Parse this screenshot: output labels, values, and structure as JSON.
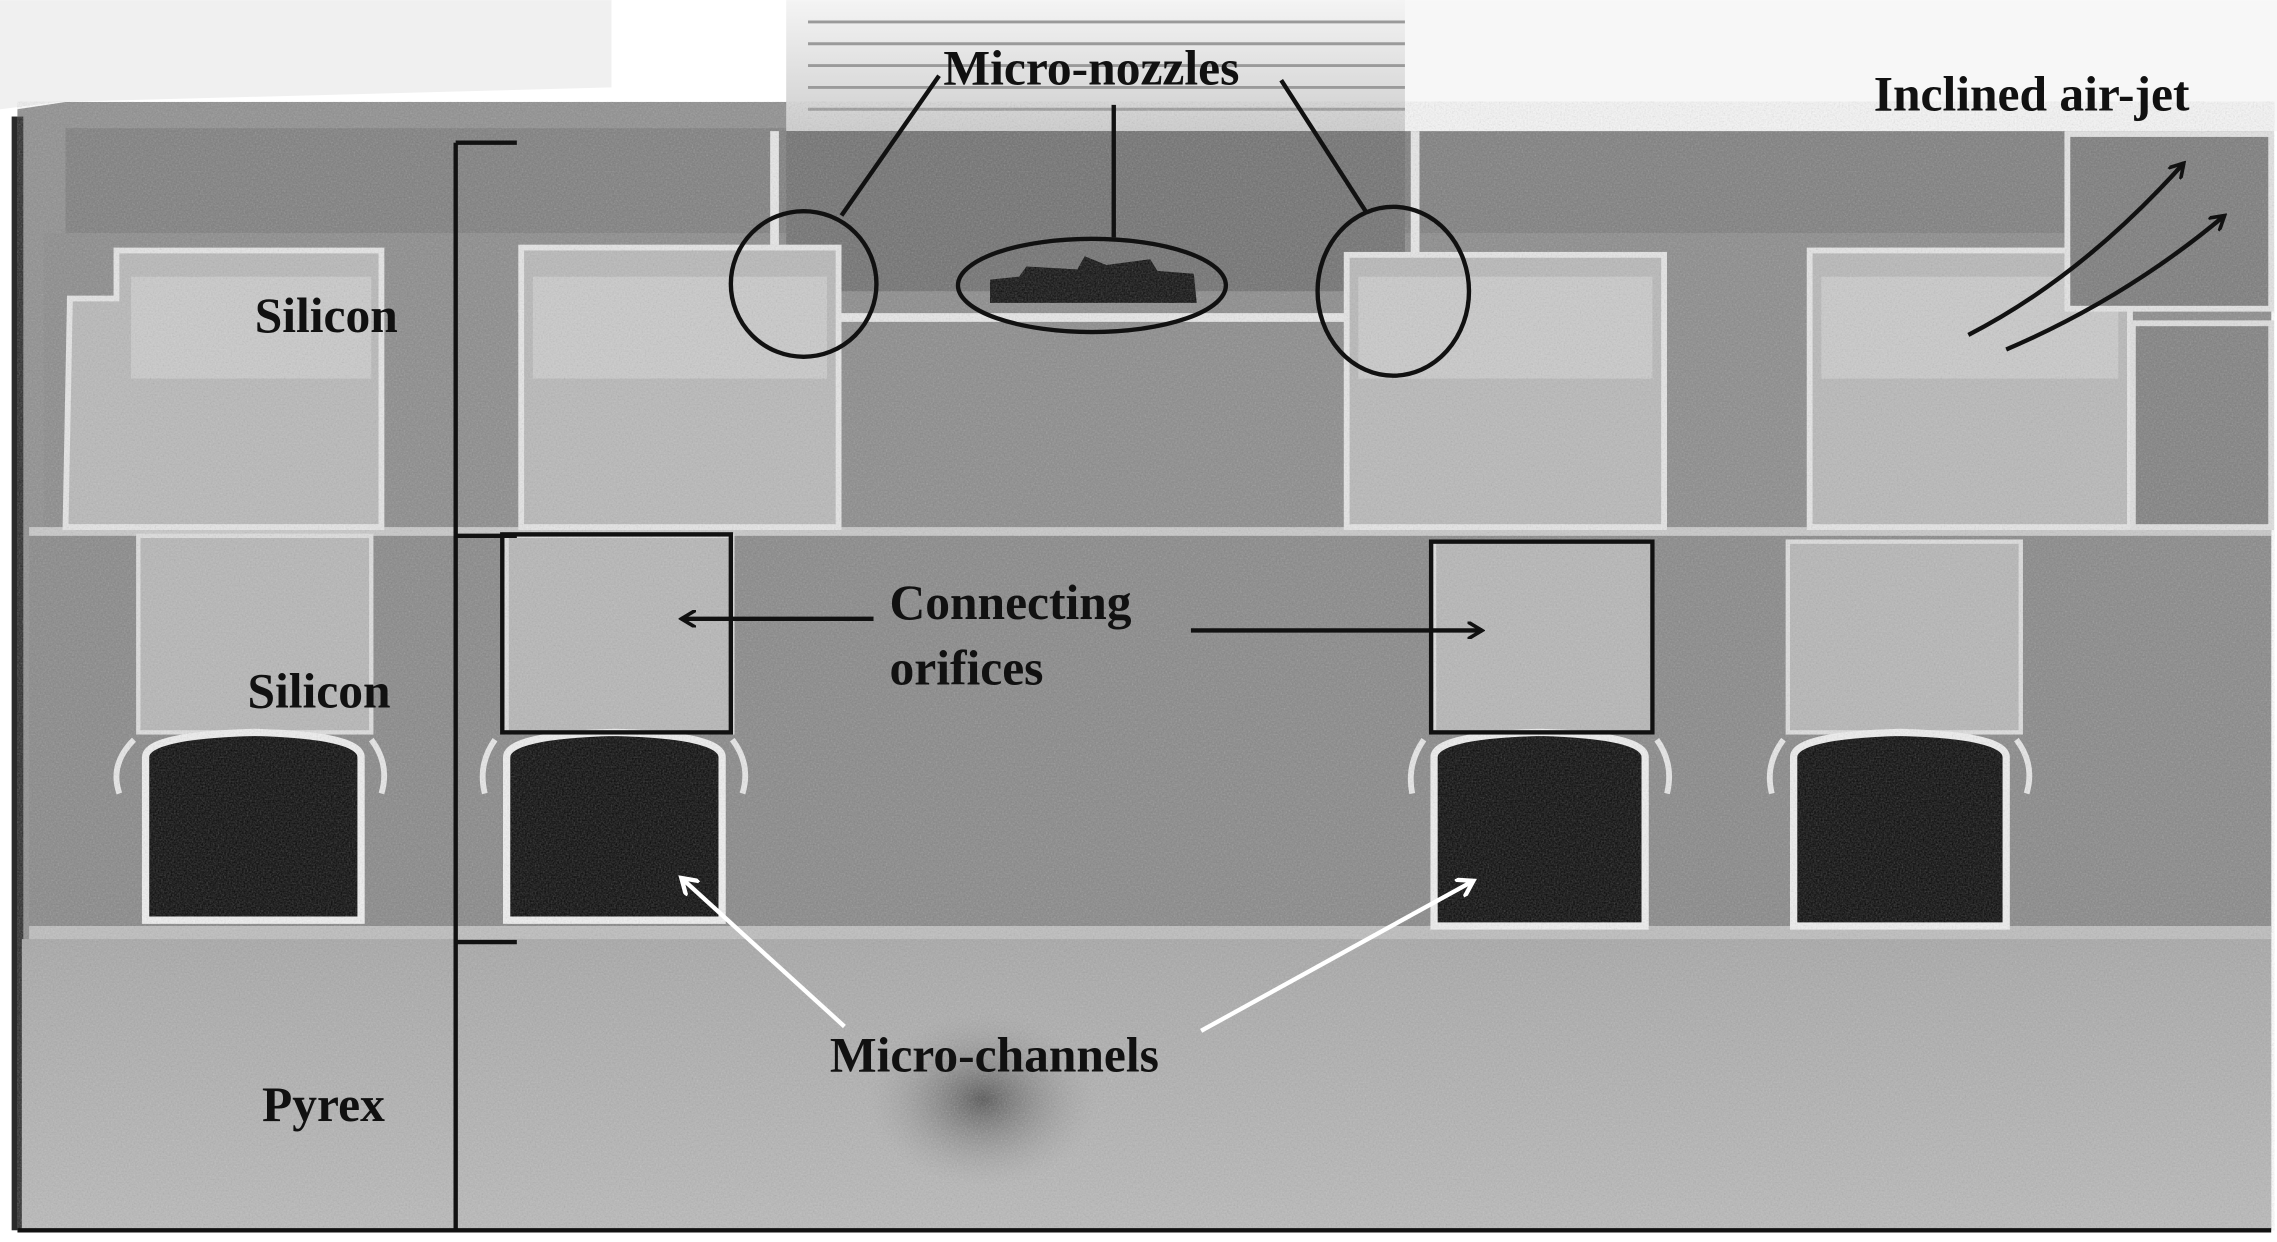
{
  "labels": {
    "micro_nozzles": "Micro-nozzles",
    "inclined_air_jet": "Inclined air-jet",
    "silicon_top": "Silicon",
    "silicon_bottom": "Silicon",
    "connecting_line1": "Connecting",
    "connecting_line2": "orifices",
    "micro_channels": "Micro-channels",
    "pyrex": "Pyrex"
  }
}
